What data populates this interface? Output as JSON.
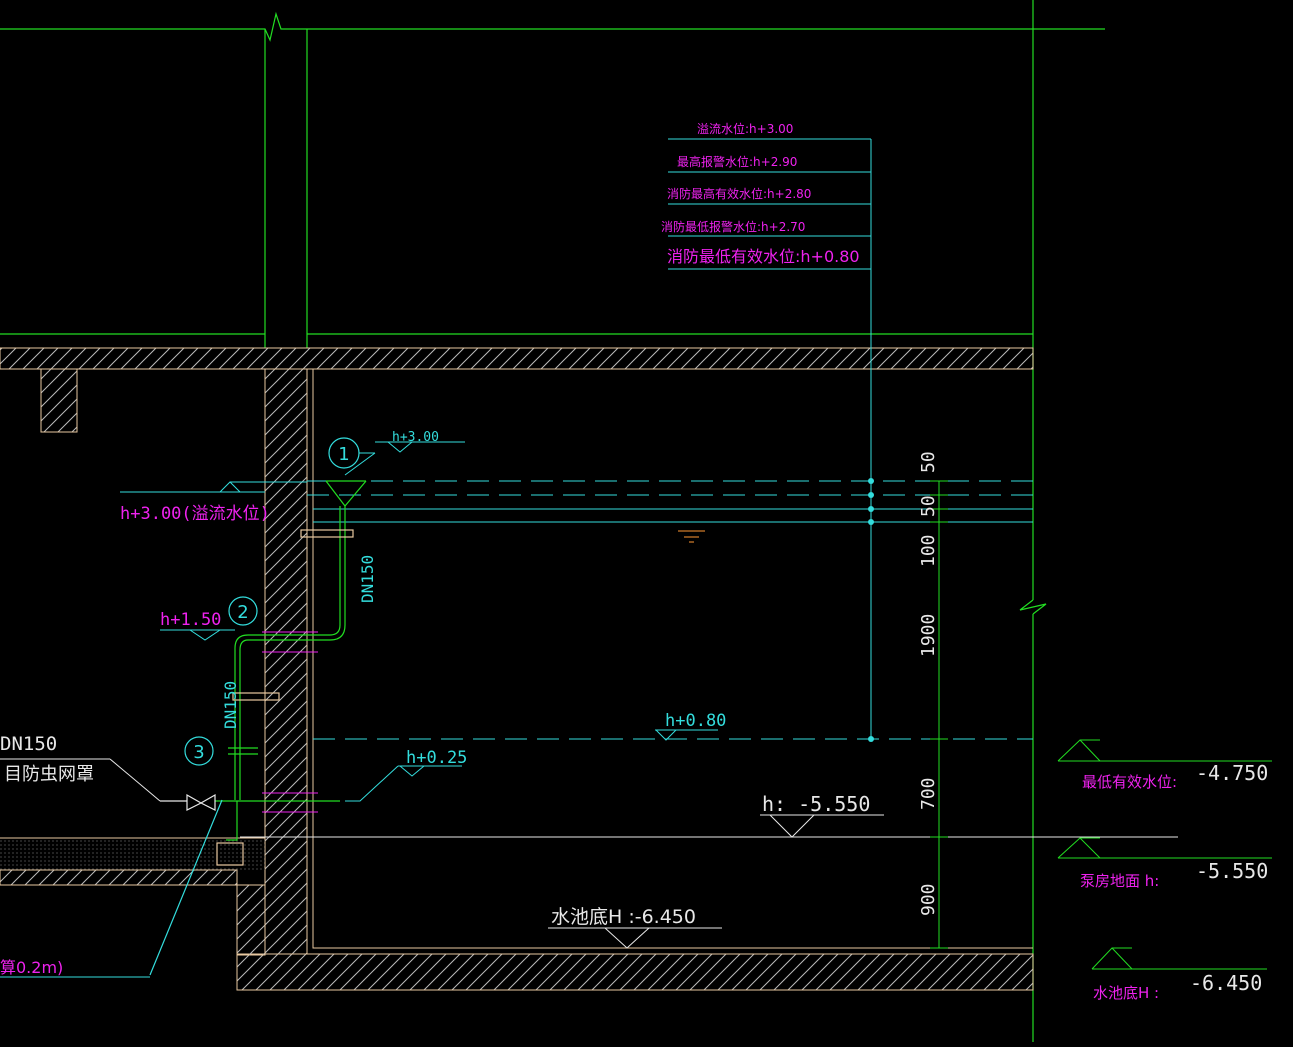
{
  "colors": {
    "background": "#000000",
    "green": "#22dd22",
    "cyan": "#33dddd",
    "magenta": "#ee22ee",
    "white": "#e8e8e8",
    "hatch": "#cccccc",
    "orange": "#ff9933"
  },
  "level_table": [
    "溢流水位:h+3.00",
    "最高报警水位:h+2.90",
    "消防最高有效水位:h+2.80",
    "消防最低报警水位:h+2.70",
    "消防最低有效水位:h+0.80"
  ],
  "callouts": {
    "item1": "1",
    "item2": "2",
    "item3": "3",
    "h300": "h+3.00",
    "overflow": "h+3.00(溢流水位)",
    "h150": "h+1.50",
    "h080": "h+0.80",
    "h025": "h+0.25",
    "pipe_dn150_vertical": "DN150",
    "pipe_dn150_lower": "DN150",
    "pipe_dn150_left": "DN150",
    "insect_screen": "目防虫网罩",
    "bottom_left_note": "算0.2m)",
    "h_level": "h: -5.550",
    "pool_bottom": "水池底H :-6.450"
  },
  "dimensions": [
    "50",
    "50",
    "100",
    "1900",
    "700",
    "900"
  ],
  "legend": [
    {
      "label": "最低有效水位:",
      "value": "-4.750"
    },
    {
      "label": "泵房地面 h:",
      "value": "-5.550"
    },
    {
      "label": "水池底H :",
      "value": "-6.450"
    }
  ]
}
